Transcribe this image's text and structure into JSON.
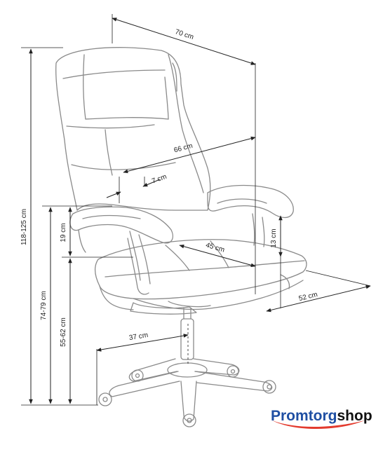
{
  "diagram": {
    "dimensions": {
      "overall_width": "70 cm",
      "seat_to_back_depth": "66 cm",
      "armrest_width": "7 cm",
      "total_height": "118-125 cm",
      "armrest_height": "74-79 cm",
      "seat_height": "55-62 cm",
      "armrest_above_seat": "19 cm",
      "seat_width": "45 cm",
      "armrest_to_seat_right": "13 cm",
      "seat_depth": "52 cm",
      "base_radius": "37 cm"
    }
  },
  "logo": {
    "brand": "Promtorg",
    "suffix": "shop"
  }
}
